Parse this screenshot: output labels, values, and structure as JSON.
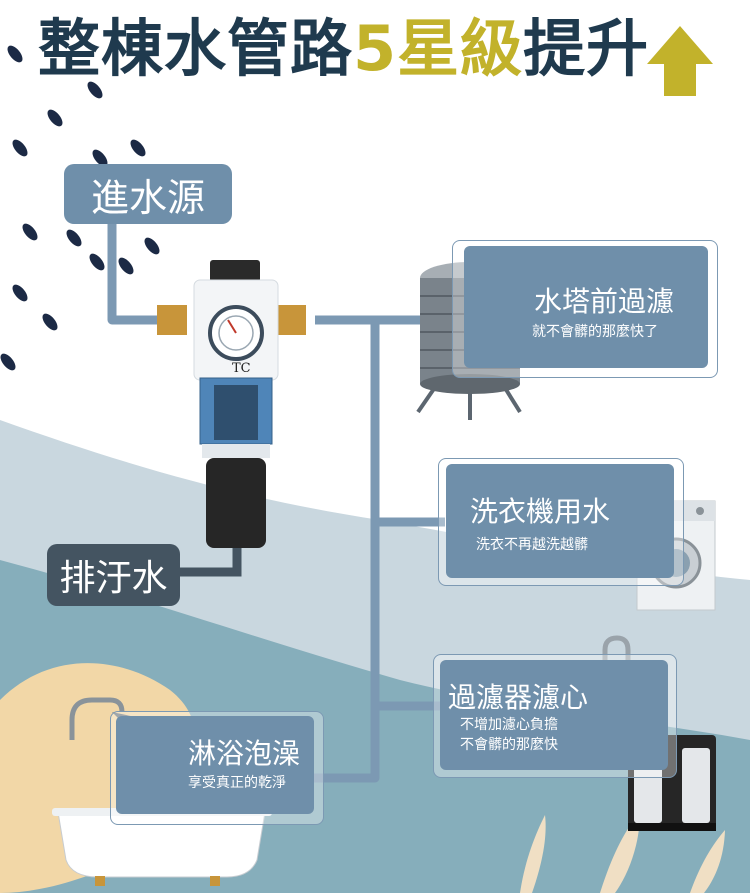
{
  "header": {
    "title_part1": "整棟水管路",
    "title_part2": "5星級",
    "title_part3": "提升",
    "arrow_icon": "up-arrow-icon"
  },
  "labels": {
    "water_source": "進水源",
    "drain": "排汙水"
  },
  "filter": {
    "brand_mark": "TC"
  },
  "cards": {
    "tower": {
      "title": "水塔前過濾",
      "desc": "就不會髒的那麼快了"
    },
    "washer": {
      "title": "洗衣機用水",
      "desc": "洗衣不再越洗越髒"
    },
    "purifier": {
      "title": "過濾器濾心",
      "desc_line1": "不增加濾心負擔",
      "desc_line2": "不會髒的那麼快"
    },
    "shower": {
      "title": "淋浴泡澡",
      "desc": "享受真正的乾淨"
    }
  },
  "colors": {
    "navy": "#1f3a4e",
    "gold": "#c2b22b",
    "card_blue": "#6f8faa",
    "pipe_blue": "#7c99b3",
    "dark_label": "#445461"
  }
}
